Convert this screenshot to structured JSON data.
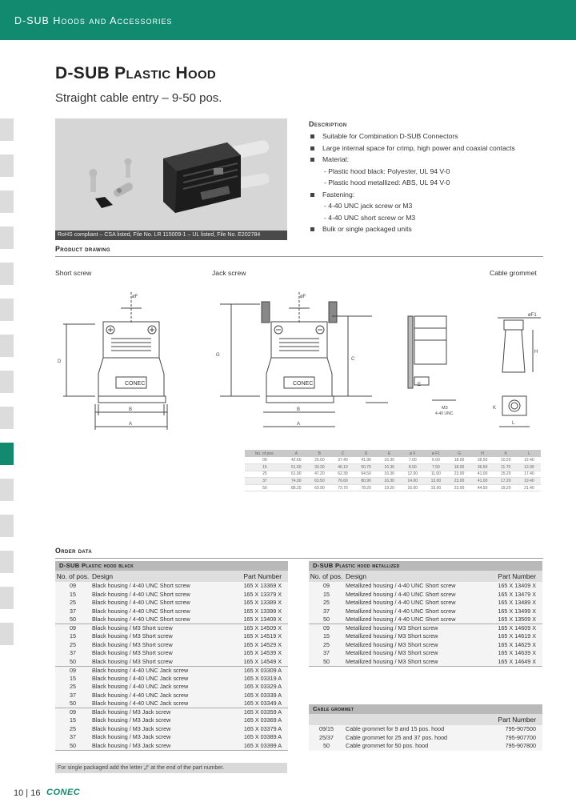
{
  "header": {
    "section": "D-SUB Hoods and Accessories"
  },
  "title": "D-SUB Plastic Hood",
  "subtitle": "Straight cable entry – 9-50 pos.",
  "photo_caption": "RoHS compliant – CSA listed, File No. LR 115009-1 – UL listed, File No. E202784",
  "description": {
    "heading": "Description",
    "items": [
      {
        "bullet": true,
        "text": "Suitable for Combination D-SUB Connectors"
      },
      {
        "bullet": true,
        "text": "Large internal space for crimp, high power and coaxial contacts"
      },
      {
        "bullet": true,
        "text": "Material:"
      },
      {
        "bullet": false,
        "text": "- Plastic hood black: Polyester, UL 94 V-0"
      },
      {
        "bullet": false,
        "text": "- Plastic hood metallized: ABS, UL 94 V-0"
      },
      {
        "bullet": true,
        "text": "Fastening:"
      },
      {
        "bullet": false,
        "text": "- 4-40 UNC jack screw or M3"
      },
      {
        "bullet": false,
        "text": "- 4-40 UNC short screw or M3"
      },
      {
        "bullet": true,
        "text": "Bulk or single packaged units"
      }
    ]
  },
  "product_drawing": {
    "heading": "Product drawing",
    "labels": {
      "short_screw": "Short screw",
      "jack_screw": "Jack screw",
      "cable_grommet": "Cable grommet"
    },
    "logo_text": "CONEC",
    "dim_labels": {
      "A": "A",
      "B": "B",
      "C": "C",
      "D": "D",
      "E": "E",
      "F": "øF",
      "F1": "øF1",
      "G": "G",
      "H": "H",
      "K": "K",
      "L": "L",
      "M3": "M3",
      "unc": "4-40 UNC"
    }
  },
  "dimension_table": {
    "headers": [
      "No. of pos.",
      "A",
      "B",
      "C",
      "D",
      "E",
      "ø F",
      "ø F1",
      "G",
      "H",
      "K",
      "L"
    ],
    "rows": [
      [
        "09",
        "42.60",
        "25.00",
        "37.40",
        "41.90",
        "16.30",
        "7.00",
        "6.00",
        "18.00",
        "36.50",
        "10.20",
        "12.40"
      ],
      [
        "15",
        "51.00",
        "33.30",
        "46.10",
        "50.70",
        "16.30",
        "8.50",
        "7.50",
        "18.00",
        "36.50",
        "11.70",
        "13.90"
      ],
      [
        "25",
        "61.90",
        "47.20",
        "62.30",
        "64.50",
        "16.30",
        "12.00",
        "11.00",
        "23.00",
        "41.00",
        "15.20",
        "17.40"
      ],
      [
        "37",
        "74.00",
        "63.50",
        "76.60",
        "80.90",
        "16.30",
        "14.00",
        "13.00",
        "23.00",
        "41.00",
        "17.20",
        "19.40"
      ],
      [
        "50",
        "88.20",
        "60.90",
        "73.70",
        "78.20",
        "19.20",
        "16.00",
        "15.00",
        "23.00",
        "44.50",
        "19.20",
        "21.40"
      ]
    ]
  },
  "order_data": {
    "heading": "Order data",
    "columns": {
      "no": "No. of pos.",
      "design": "Design",
      "part": "Part Number"
    },
    "black": {
      "title": "D-SUB Plastic hood black",
      "groups": [
        [
          [
            "09",
            "Black housing / 4-40 UNC Short screw",
            "165 X 13369 X"
          ],
          [
            "15",
            "Black housing / 4-40 UNC Short screw",
            "165 X 13379 X"
          ],
          [
            "25",
            "Black housing / 4-40 UNC Short screw",
            "165 X 13389 X"
          ],
          [
            "37",
            "Black housing / 4-40 UNC Short screw",
            "165 X 13399 X"
          ],
          [
            "50",
            "Black housing / 4-40 UNC Short screw",
            "165 X 13409 X"
          ]
        ],
        [
          [
            "09",
            "Black housing / M3 Short screw",
            "165 X 14509 X"
          ],
          [
            "15",
            "Black housing / M3 Short screw",
            "165 X 14519 X"
          ],
          [
            "25",
            "Black housing / M3 Short screw",
            "165 X 14529 X"
          ],
          [
            "37",
            "Black housing / M3 Short screw",
            "165 X 14539 X"
          ],
          [
            "50",
            "Black housing / M3 Short screw",
            "165 X 14549 X"
          ]
        ],
        [
          [
            "09",
            "Black housing / 4-40 UNC Jack screw",
            "165 X 03309 A"
          ],
          [
            "15",
            "Black housing / 4-40 UNC Jack screw",
            "165 X 03319 A"
          ],
          [
            "25",
            "Black housing / 4-40 UNC Jack screw",
            "165 X 03329 A"
          ],
          [
            "37",
            "Black housing / 4-40 UNC Jack screw",
            "165 X 03339 A"
          ],
          [
            "50",
            "Black housing / 4-40 UNC Jack screw",
            "165 X 03349 A"
          ]
        ],
        [
          [
            "09",
            "Black housing / M3 Jack screw",
            "165 X 03359 A"
          ],
          [
            "15",
            "Black housing / M3 Jack screw",
            "165 X 03369 A"
          ],
          [
            "25",
            "Black housing / M3 Jack screw",
            "165 X 03379 A"
          ],
          [
            "37",
            "Black housing / M3 Jack screw",
            "165 X 03389 A"
          ],
          [
            "50",
            "Black housing / M3 Jack screw",
            "165 X 03399 A"
          ]
        ]
      ]
    },
    "metallized": {
      "title": "D-SUB Plastic hood metallized",
      "groups": [
        [
          [
            "09",
            "Metallized housing / 4-40 UNC Short screw",
            "165 X 13409 X"
          ],
          [
            "15",
            "Metallized housing / 4-40 UNC Short screw",
            "165 X 13479 X"
          ],
          [
            "25",
            "Metallized housing / 4-40 UNC Short screw",
            "165 X 13489 X"
          ],
          [
            "37",
            "Metallized housing / 4-40 UNC Short screw",
            "165 X 13499 X"
          ],
          [
            "50",
            "Metallized housing / 4-40 UNC Short screw",
            "165 X 13509 X"
          ]
        ],
        [
          [
            "09",
            "Metallized housing / M3 Short screw",
            "165 X 14609 X"
          ],
          [
            "15",
            "Metallized housing / M3 Short screw",
            "165 X 14619 X"
          ],
          [
            "25",
            "Metallized housing / M3 Short screw",
            "165 X 14629 X"
          ],
          [
            "37",
            "Metallized housing / M3 Short screw",
            "165 X 14639 X"
          ],
          [
            "50",
            "Metallized housing / M3 Short screw",
            "165 X 14649 X"
          ]
        ]
      ]
    },
    "grommet": {
      "title": "Cable grommet",
      "rows": [
        [
          "09/15",
          "Cable grommet for 9 and 15 pos. hood",
          "795-907500"
        ],
        [
          "25/37",
          "Cable grommet for 25 and 37 pos. hood",
          "795-907700"
        ],
        [
          "50",
          "Cable grommet for 50 pos. hood",
          "795-907800"
        ]
      ]
    }
  },
  "footnote": "For single packaged add the letter „I“ at the end of the part number.",
  "footer": {
    "page": "10 | 16",
    "logo": "CONEC"
  },
  "colors": {
    "brand": "#128a6f",
    "tab": "#dcdcdc",
    "table_head": "#b9b9b9"
  }
}
